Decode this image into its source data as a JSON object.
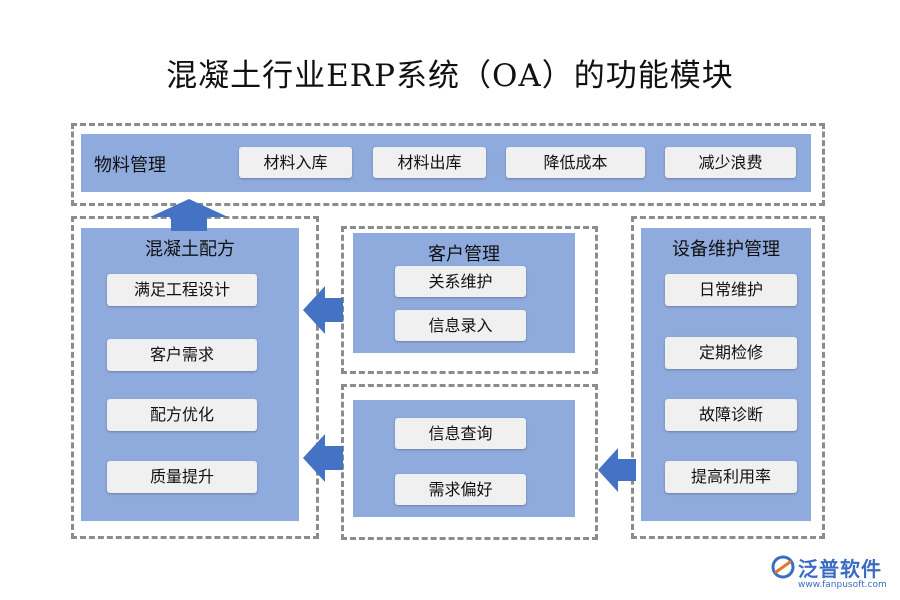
{
  "title": "混凝土行业ERP系统（OA）的功能模块",
  "material": {
    "label": "物料管理",
    "items": [
      "材料入库",
      "材料出库",
      "降低成本",
      "减少浪费"
    ]
  },
  "recipe": {
    "label": "混凝土配方",
    "items": [
      "满足工程设计",
      "客户需求",
      "配方优化",
      "质量提升"
    ]
  },
  "customer": {
    "label": "客户管理",
    "items": [
      "关系维护",
      "信息录入"
    ]
  },
  "info": {
    "items": [
      "信息查询",
      "需求偏好"
    ]
  },
  "equipment": {
    "label": "设备维护管理",
    "items": [
      "日常维护",
      "定期检修",
      "故障诊断",
      "提高利用率"
    ]
  },
  "watermark": {
    "brand": "泛普软件",
    "url": "www.fanpusoft.com"
  },
  "colors": {
    "panel": "#8faadc",
    "arrow": "#4472c4",
    "chip": "#f0f0f0",
    "dash": "#8c8c8c"
  }
}
